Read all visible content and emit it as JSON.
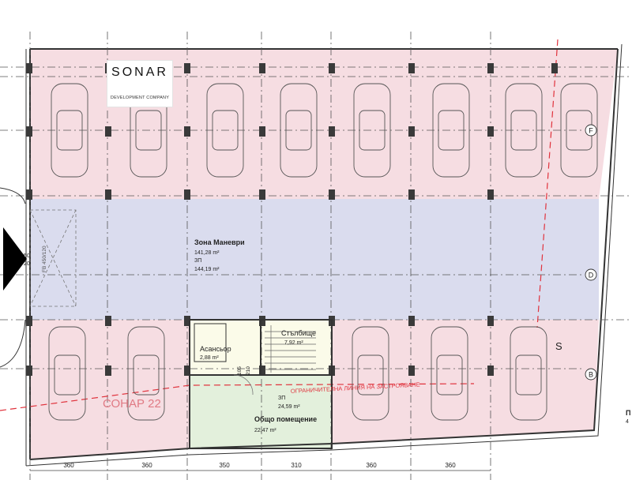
{
  "logo": {
    "wordmark": "SONAR",
    "tagline": "DEVELOPMENT COMPANY"
  },
  "rooms": {
    "maneuver_zone": {
      "title": "Зона Маневри",
      "area_1": "141,28 m²",
      "code": "ЗП",
      "area_2": "144,19 m²"
    },
    "elevator": {
      "title": "Асансьор",
      "area": "2,88 m²"
    },
    "stairs": {
      "title": "Стълбище",
      "area": "7,92 m²"
    },
    "common_room": {
      "code": "ЗП",
      "area_1": "24,59 m²",
      "title": "Общо помещение",
      "area_2": "22,47 m²"
    }
  },
  "annotations": {
    "neighbour": "СОНАР 22",
    "boundary": "ОГРАНИЧИТЕЛНА ЛИНИЯ НА ЗАСТРОЯВАНЕ",
    "vent_shaft": "FB 450/120",
    "left_dim_1": "50",
    "left_dim_2": "20",
    "door_dim_1": "105",
    "door_dim_2": "210",
    "entrance_mark": "S",
    "right_edge_1": "П",
    "right_edge_2": "4"
  },
  "axes": {
    "f": "F",
    "d": "D",
    "b": "B"
  },
  "dimensions": [
    "360",
    "360",
    "350",
    "310",
    "360",
    "360"
  ],
  "colors": {
    "parking": "#f6dde2",
    "maneuver": "#dadcee",
    "common": "#e3f0dc",
    "core": "#fbfbe9",
    "boundary": "#e0323c",
    "column": "#3a3a3a"
  }
}
